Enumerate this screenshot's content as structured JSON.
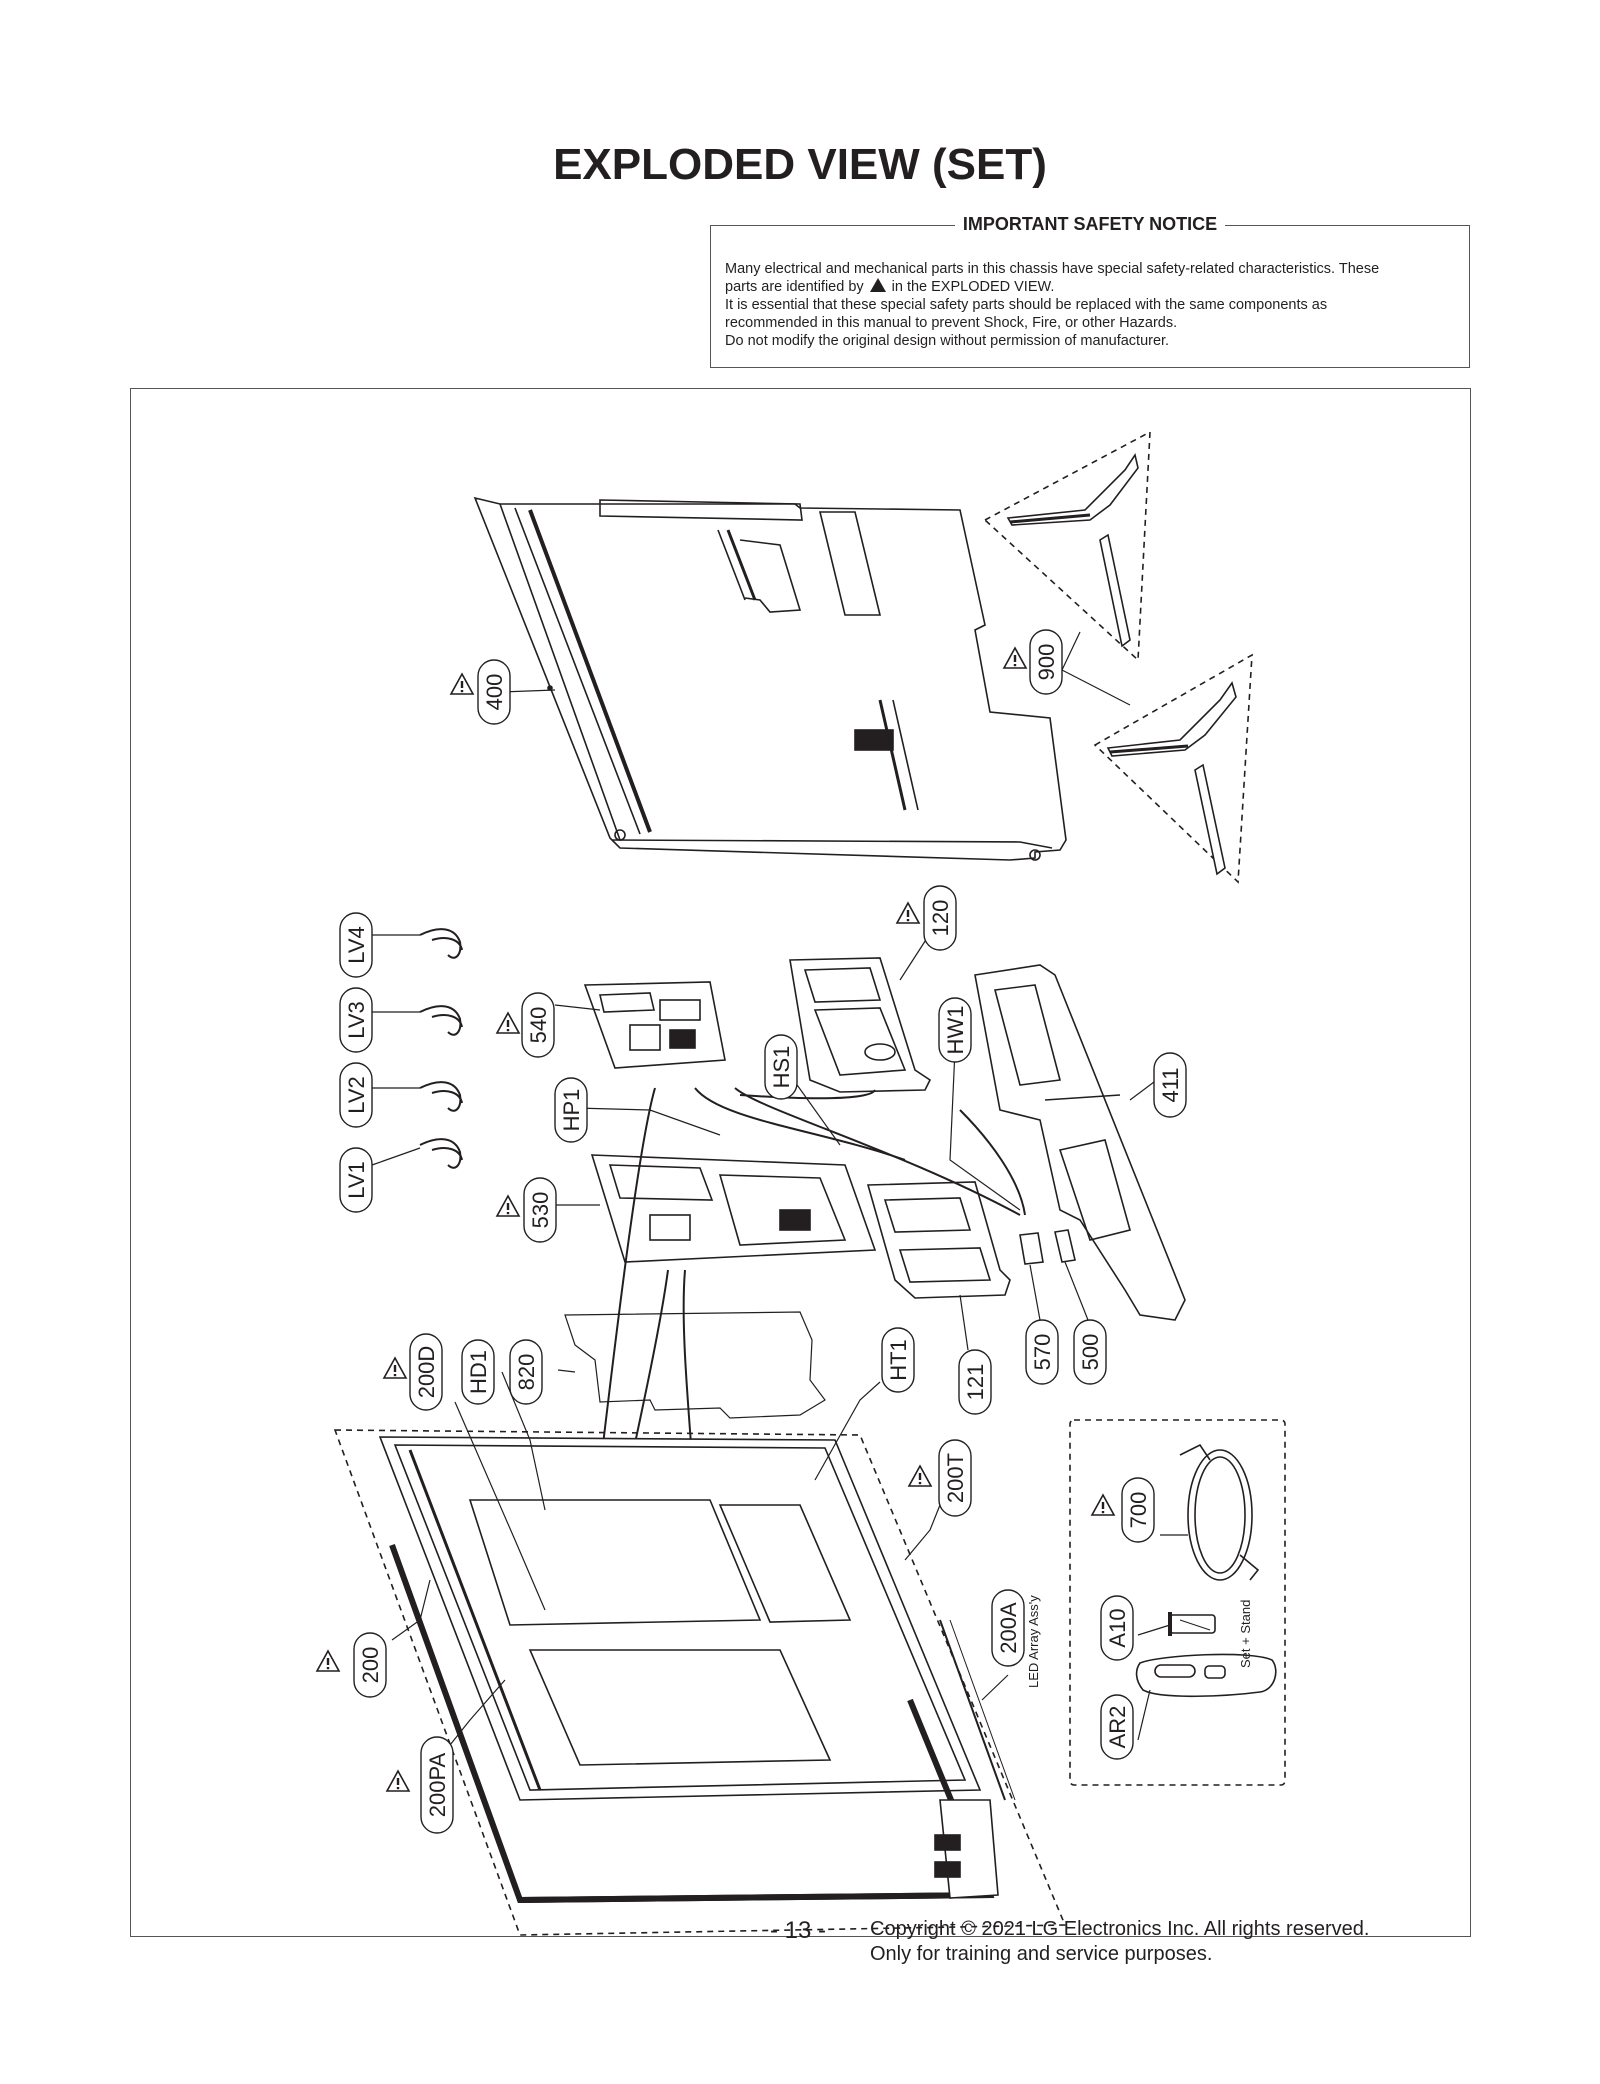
{
  "page": {
    "title": "EXPLODED VIEW (SET)"
  },
  "safety_notice": {
    "heading": "IMPORTANT SAFETY NOTICE",
    "line1": "Many electrical and mechanical parts in this chassis have special safety-related characteristics. These",
    "line2a": "parts are identified by",
    "line2b": "in the EXPLODED VIEW.",
    "line3": "It is essential that these special safety parts should be replaced with the same components as",
    "line4": "recommended in this manual to prevent Shock, Fire, or other Hazards.",
    "line5": "Do not modify the original design without permission of manufacturer."
  },
  "parts": {
    "p400": "400",
    "p900": "900",
    "p120": "120",
    "pLV4": "LV4",
    "pLV3": "LV3",
    "pLV2": "LV2",
    "pLV1": "LV1",
    "p540": "540",
    "pHP1": "HP1",
    "pHS1": "HS1",
    "pHW1": "HW1",
    "p411": "411",
    "p530": "530",
    "p200D": "200D",
    "pHD1": "HD1",
    "p820": "820",
    "pHT1": "HT1",
    "p121": "121",
    "p570": "570",
    "p500": "500",
    "p200T": "200T",
    "p700": "700",
    "p200A": "200A",
    "pA10": "A10",
    "pAR2": "AR2",
    "p200": "200",
    "p200PA": "200PA"
  },
  "notes": {
    "led_array": "LED Array Ass'y",
    "set_stand": "Set + Stand"
  },
  "footer": {
    "page_number": "- 13 -",
    "copyright": "Copyright © 2021 LG Electronics Inc. All rights reserved.",
    "training": "Only for training and service purposes."
  }
}
